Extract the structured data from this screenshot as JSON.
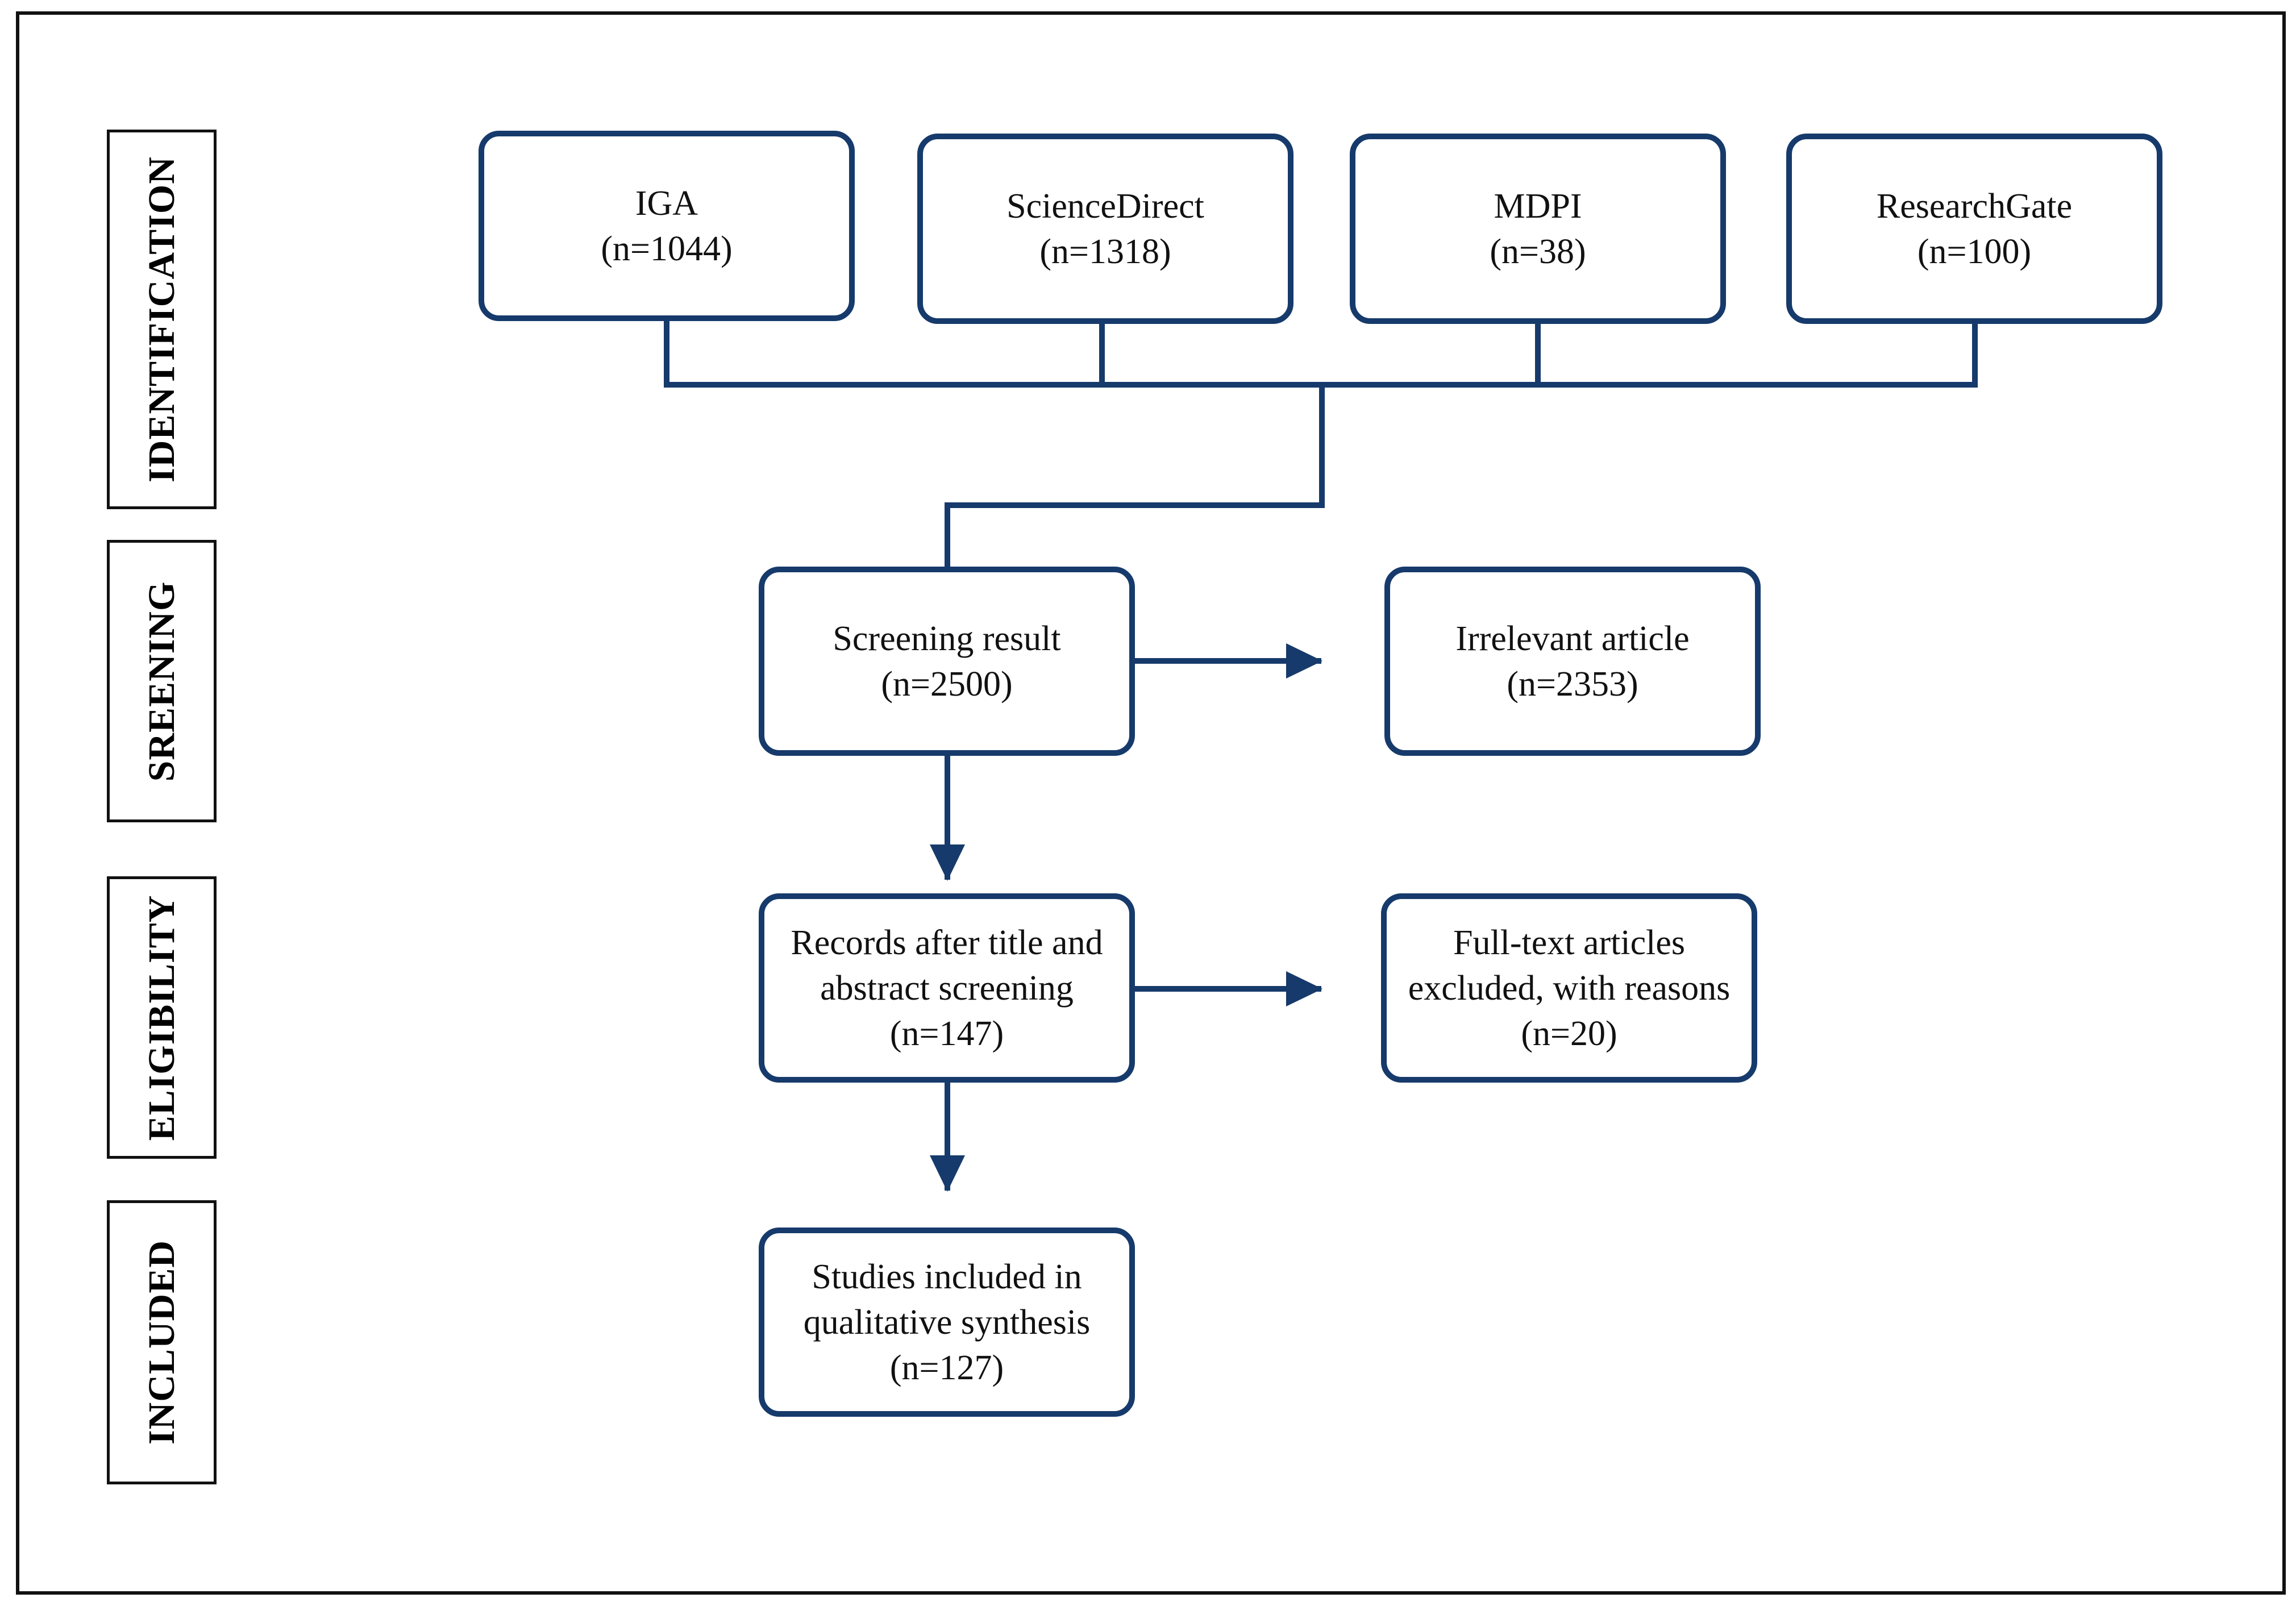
{
  "colors": {
    "node_border": "#163a6b",
    "connector": "#163a6b",
    "stage_border": "#111111",
    "text": "#111111"
  },
  "stages": {
    "identification": "IDENTIFICATION",
    "screening": "SREENING",
    "eligibility": "ELIGIBILITY",
    "included": "INCLUDED"
  },
  "sources": [
    {
      "name": "IGA",
      "count": "(n=1044)"
    },
    {
      "name": "ScienceDirect",
      "count": "(n=1318)"
    },
    {
      "name": "MDPI",
      "count": "(n=38)"
    },
    {
      "name": "ResearchGate",
      "count": "(n=100)"
    }
  ],
  "screening_result": {
    "label": "Screening result",
    "count": "(n=2500)"
  },
  "irrelevant": {
    "label": "Irrelevant article",
    "count": "(n=2353)"
  },
  "records": {
    "line1": "Records after title and",
    "line2": "abstract screening",
    "count": "(n=147)"
  },
  "excluded": {
    "line1": "Full-text articles",
    "line2": "excluded, with reasons",
    "count": "(n=20)"
  },
  "included_studies": {
    "line1": "Studies included in",
    "line2": "qualitative synthesis",
    "count": "(n=127)"
  }
}
